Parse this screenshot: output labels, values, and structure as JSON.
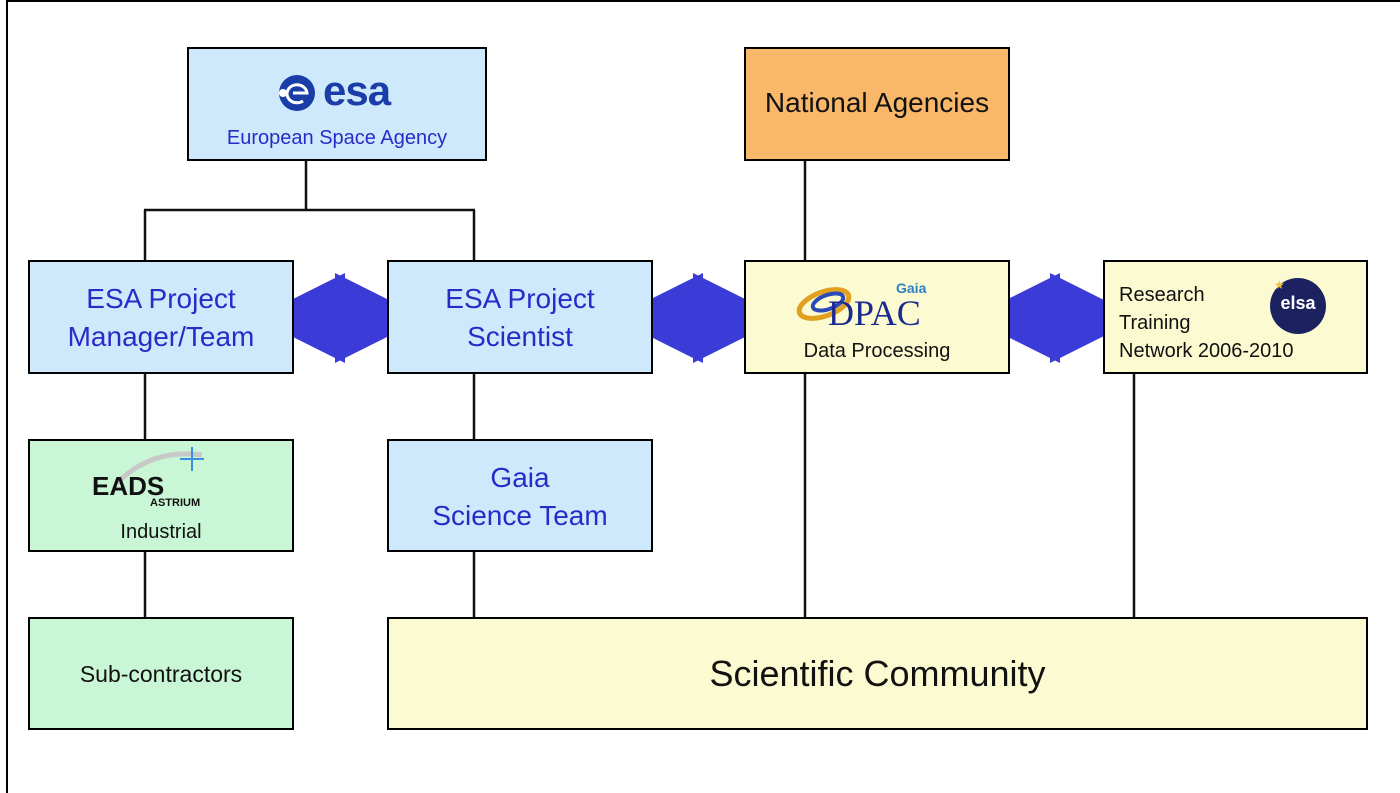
{
  "esa": {
    "logo_text": "esa",
    "name": "European Space Agency"
  },
  "national": {
    "label": "National Agencies"
  },
  "pm": {
    "line1": "ESA Project",
    "line2": "Manager/Team"
  },
  "ps": {
    "line1": "ESA Project",
    "line2": "Scientist"
  },
  "dpac": {
    "logo_small": "Gaia",
    "logo_text": "DPAC",
    "caption": "Data Processing"
  },
  "elsa": {
    "line1": "Research",
    "line2": "Training",
    "line3": "Network 2006-2010",
    "logo_text": "elsa"
  },
  "eads": {
    "logo_text": "EADS",
    "logo_sub": "ASTRIUM",
    "caption": "Industrial"
  },
  "gst": {
    "line1": "Gaia",
    "line2": "Science Team"
  },
  "sub": {
    "label": "Sub-contractors"
  },
  "sci": {
    "label": "Scientific Community"
  },
  "colors": {
    "blue_fill": "#cfe9fc",
    "green_fill": "#c9f6d4",
    "yellow_fill": "#fcfad0",
    "orange_fill": "#f9b76a",
    "arrow": "#3b3bd8",
    "esa_logo": "#1a3da8"
  }
}
